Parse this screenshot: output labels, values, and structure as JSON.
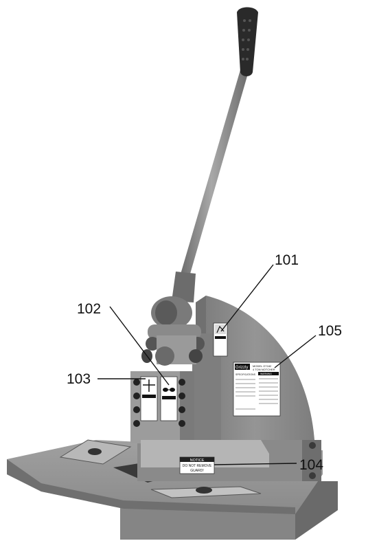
{
  "colors": {
    "body": "#8e8e8e",
    "body_dark": "#5f5f5f",
    "body_light": "#b3b3b3",
    "steel": "#cfcfcf",
    "label_bg": "#ffffff",
    "line": "#111111"
  },
  "callouts": [
    {
      "id": "101",
      "label": "101"
    },
    {
      "id": "102",
      "label": "102"
    },
    {
      "id": "103",
      "label": "103"
    },
    {
      "id": "104",
      "label": "104"
    },
    {
      "id": "105",
      "label": "105"
    }
  ],
  "labels": {
    "notice_title": "NOTICE",
    "notice_line1": "DO NOT REMOVE",
    "notice_line2": "GUARD!",
    "brand": "Grizzly",
    "model_line1": "MODEL G7182",
    "model_line2": "4 TON NOTCHER",
    "warning": "WARNING",
    "specifications": "SPECIFICATIONS"
  }
}
